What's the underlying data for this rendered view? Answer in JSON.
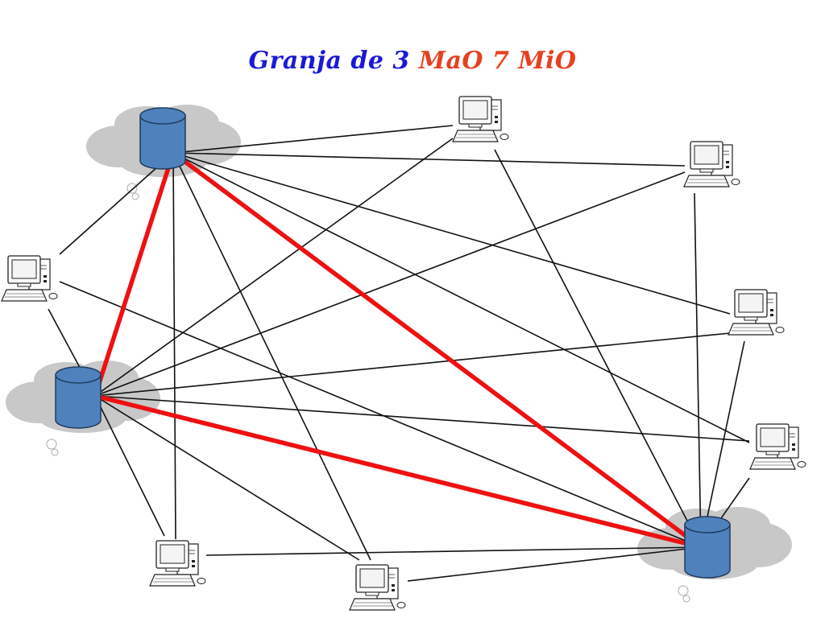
{
  "title": {
    "part1": "Granja de 3",
    "part2": "MaO  7  MiO"
  },
  "colors": {
    "title_blue": "#1a1ad6",
    "title_orange": "#e8401f",
    "strong_link": "#ee1111",
    "weak_link": "#111111",
    "server_fill": "#4f81bd",
    "cloud_fill": "#c8c8c8"
  },
  "nodes": {
    "servers": [
      {
        "id": "mao-1",
        "icon": "database-icon"
      },
      {
        "id": "mao-2",
        "icon": "database-icon"
      },
      {
        "id": "mao-3",
        "icon": "database-icon"
      }
    ],
    "computers": [
      {
        "id": "mio-1",
        "icon": "computer-icon"
      },
      {
        "id": "mio-2",
        "icon": "computer-icon"
      },
      {
        "id": "mio-3",
        "icon": "computer-icon"
      },
      {
        "id": "mio-4",
        "icon": "computer-icon"
      },
      {
        "id": "mio-5",
        "icon": "computer-icon"
      },
      {
        "id": "mio-6",
        "icon": "computer-icon"
      },
      {
        "id": "mio-7",
        "icon": "computer-icon"
      }
    ]
  },
  "links": {
    "strong": [
      [
        "mao-1",
        "mao-2"
      ],
      [
        "mao-1",
        "mao-3"
      ],
      [
        "mao-2",
        "mao-3"
      ]
    ],
    "weak": [
      [
        "mao-1",
        "mio-1"
      ],
      [
        "mao-1",
        "mio-2"
      ],
      [
        "mao-1",
        "mio-3"
      ],
      [
        "mao-1",
        "mio-4"
      ],
      [
        "mao-1",
        "mio-5"
      ],
      [
        "mao-1",
        "mio-6"
      ],
      [
        "mao-1",
        "mio-7"
      ],
      [
        "mao-2",
        "mio-1"
      ],
      [
        "mao-2",
        "mio-2"
      ],
      [
        "mao-2",
        "mio-3"
      ],
      [
        "mao-2",
        "mio-4"
      ],
      [
        "mao-2",
        "mio-5"
      ],
      [
        "mao-2",
        "mio-6"
      ],
      [
        "mao-2",
        "mio-7"
      ],
      [
        "mao-3",
        "mio-1"
      ],
      [
        "mao-3",
        "mio-2"
      ],
      [
        "mao-3",
        "mio-3"
      ],
      [
        "mao-3",
        "mio-4"
      ],
      [
        "mao-3",
        "mio-5"
      ],
      [
        "mao-3",
        "mio-6"
      ],
      [
        "mao-3",
        "mio-7"
      ]
    ]
  }
}
